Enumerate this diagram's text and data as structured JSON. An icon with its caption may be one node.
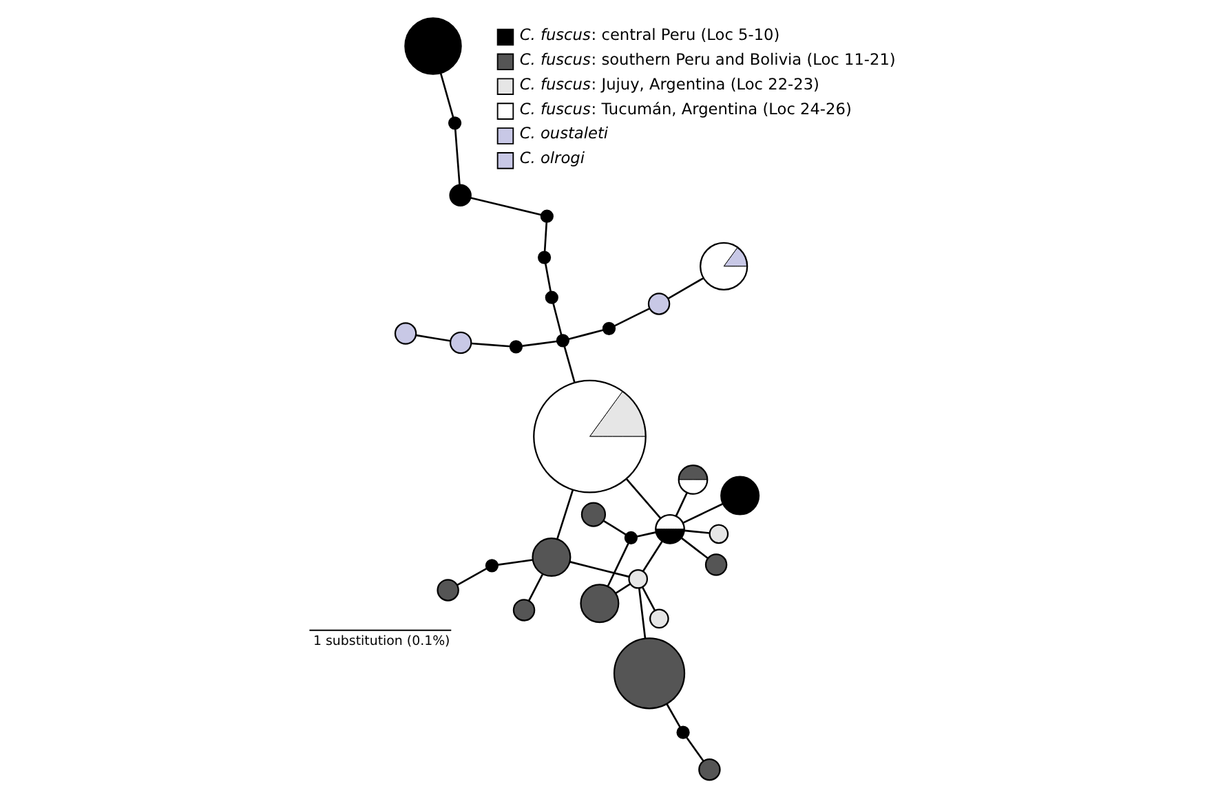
{
  "diagram": {
    "nodes": [
      {
        "text": [],
        "shape": "circle"
      },
      {
        "text": [],
        "shape": "circle"
      },
      {
        "text": [],
        "shape": "circle"
      },
      {
        "text": [],
        "shape": "circle"
      },
      {
        "text": [],
        "shape": "circle"
      },
      {
        "text": [],
        "shape": "circle"
      },
      {
        "text": [],
        "shape": "circle"
      },
      {
        "text": [],
        "shape": "circle"
      },
      {
        "text": [],
        "shape": "circle"
      },
      {
        "text": [],
        "shape": "circle"
      },
      {
        "text": [],
        "shape": "circle"
      },
      {
        "text": [],
        "shape": "circle"
      },
      {
        "text": [],
        "shape": "circle"
      },
      {
        "text": [],
        "shape": "circle"
      },
      {
        "text": [],
        "shape": "circle"
      },
      {
        "text": [],
        "shape": "circle"
      },
      {
        "text": [],
        "shape": "circle"
      },
      {
        "text": [],
        "shape": "circle"
      },
      {
        "text": [],
        "shape": "circle"
      },
      {
        "text": [],
        "shape": "circle"
      },
      {
        "text": [],
        "shape": "circle"
      },
      {
        "text": [],
        "shape": "circle"
      },
      {
        "text": [],
        "shape": "circle"
      },
      {
        "text": [],
        "shape": "circle"
      },
      {
        "text": [],
        "shape": "circle"
      },
      {
        "text": [],
        "shape": "circle"
      },
      {
        "text": [],
        "shape": "circle"
      },
      {
        "text": [],
        "shape": "circle"
      },
      {
        "text": [],
        "shape": "circle"
      },
      {
        "text": [],
        "shape": "circle"
      },
      {
        "text": [],
        "shape": "circle"
      }
    ],
    "edges": [
      {
        "from": 0,
        "to": 1,
        "arrow": "none"
      },
      {
        "from": 1,
        "to": 8,
        "arrow": "none"
      },
      {
        "from": 1,
        "to": 6,
        "arrow": "none"
      },
      {
        "from": 6,
        "to": 9,
        "arrow": "none"
      },
      {
        "from": 7,
        "to": 9,
        "arrow": "none"
      },
      {
        "from": 9,
        "to": 8,
        "arrow": "none"
      },
      {
        "from": 8,
        "to": 2,
        "arrow": "none"
      },
      {
        "from": 8,
        "to": 3,
        "arrow": "none"
      },
      {
        "from": 8,
        "to": 4,
        "arrow": "none"
      },
      {
        "from": 8,
        "to": 5,
        "arrow": "none"
      },
      {
        "from": 8,
        "to": 10,
        "arrow": "none"
      },
      {
        "from": 9,
        "to": 11,
        "arrow": "none"
      },
      {
        "from": 11,
        "to": 10,
        "arrow": "none"
      },
      {
        "from": 7,
        "to": 12,
        "arrow": "none"
      },
      {
        "from": 12,
        "to": 13,
        "arrow": "none"
      },
      {
        "from": 9,
        "to": 14,
        "arrow": "none"
      },
      {
        "from": 11,
        "to": 15,
        "arrow": "none"
      },
      {
        "from": 11,
        "to": 16,
        "arrow": "none"
      },
      {
        "from": 16,
        "to": 17,
        "arrow": "none"
      },
      {
        "from": 10,
        "to": 21,
        "arrow": "none"
      },
      {
        "from": 21,
        "to": 20,
        "arrow": "none"
      },
      {
        "from": 20,
        "to": 19,
        "arrow": "none"
      },
      {
        "from": 19,
        "to": 18,
        "arrow": "none"
      },
      {
        "from": 21,
        "to": 22,
        "arrow": "none"
      },
      {
        "from": 22,
        "to": 23,
        "arrow": "none"
      },
      {
        "from": 23,
        "to": 24,
        "arrow": "none"
      },
      {
        "from": 24,
        "to": 25,
        "arrow": "none"
      },
      {
        "from": 25,
        "to": 26,
        "arrow": "none"
      },
      {
        "from": 26,
        "to": 27,
        "arrow": "none"
      },
      {
        "from": 21,
        "to": 28,
        "arrow": "none"
      },
      {
        "from": 28,
        "to": 29,
        "arrow": "none"
      },
      {
        "from": 29,
        "to": 30,
        "arrow": "none"
      }
    ],
    "labels": [
      "1 substitution (0.1%)"
    ],
    "legend": [
      {
        "text": "*C. fuscus*: central Peru (Loc 5-10)",
        "color": "#000000"
      },
      {
        "text": "*C. fuscus*: southern Peru and Bolivia (Loc 11-21)",
        "color": "#555555"
      },
      {
        "text": "*C. fuscus*: Jujuy, Argentina (Loc 22-23)",
        "color": "#e6e6e6"
      },
      {
        "text": "*C. fuscus*: Tucumán, Argentina (Loc 24-26)",
        "color": "#ffffff"
      },
      {
        "text": "C. oustaleti"
      },
      {
        "text": "C. olrogi"
      }
    ]
  }
}
